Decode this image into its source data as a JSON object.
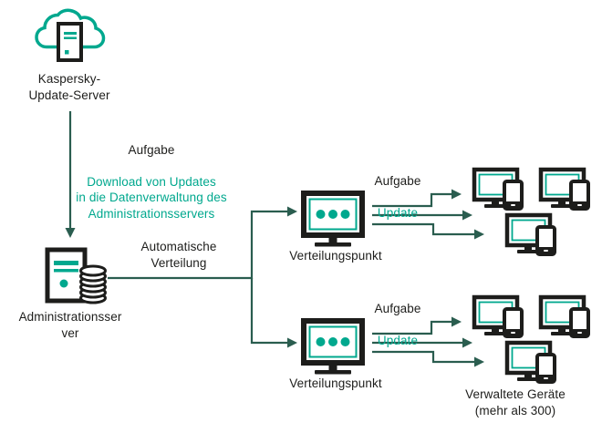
{
  "colors": {
    "teal": "#00A88E",
    "dark_green": "#2A5D4F",
    "ink": "#1D1D1B",
    "background": "#FFFFFF"
  },
  "icons": {
    "update_server": "cloud-server-icon",
    "admin_server": "server-database-icon",
    "distribution_point": "monitor-dots-icon",
    "managed_device": "desktop-with-phone-icon",
    "connectors": "arrow-connector"
  },
  "nodes": {
    "update_server": {
      "label": "Kaspersky-\nUpdate-Server"
    },
    "admin_server": {
      "label": "Administrationsser\nver"
    },
    "distribution_point_top": {
      "label": "Verteilungspunkt"
    },
    "distribution_point_bottom": {
      "label": "Verteilungspunkt"
    },
    "managed_devices": {
      "label": "Verwaltete Geräte\n(mehr als 300)"
    }
  },
  "annotations": {
    "download_task": {
      "title": "Aufgabe",
      "body": "Download von Updates\nin die Datenverwaltung des\nAdministrationsservers"
    },
    "auto_distribution": {
      "label": "Automatische\nVerteilung"
    },
    "update_task_top": {
      "title": "Aufgabe",
      "subtitle": "Update"
    },
    "update_task_bottom": {
      "title": "Aufgabe",
      "subtitle": "Update"
    }
  }
}
